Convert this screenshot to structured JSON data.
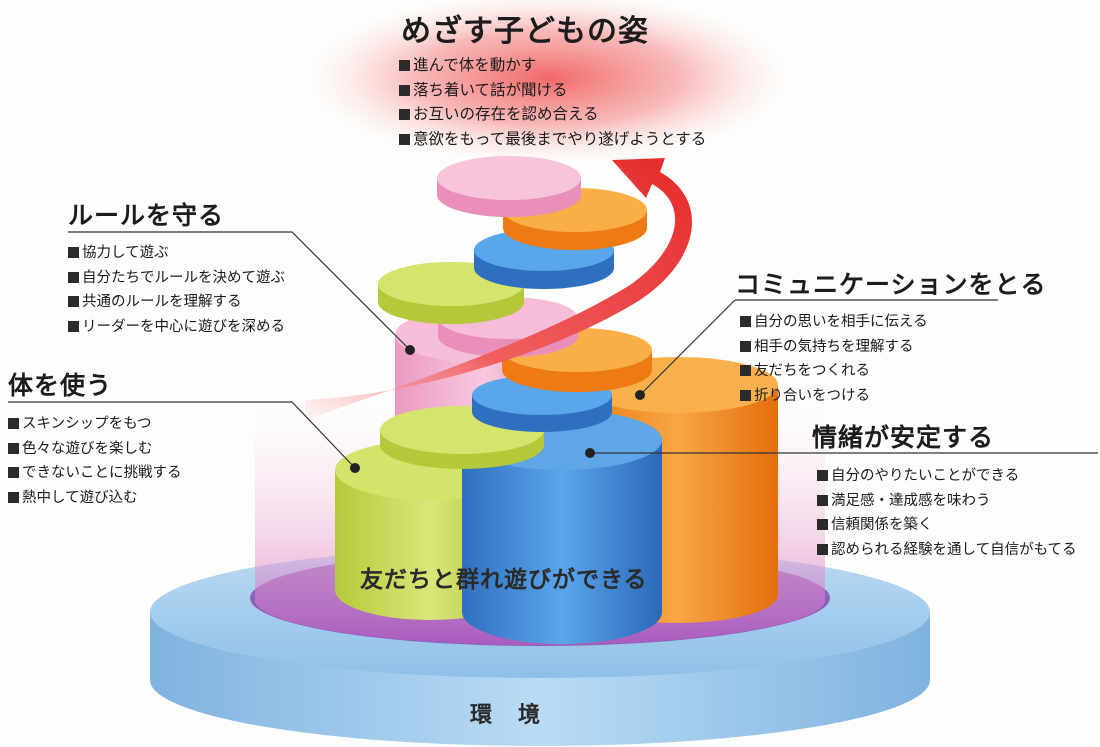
{
  "goal": {
    "title": "めざす子どもの姿",
    "items": [
      "進んで体を動かす",
      "落ち着いて話が聞ける",
      "お互いの存在を認め合える",
      "意欲をもって最後までやり遂げようとする"
    ]
  },
  "rules": {
    "title": "ルールを守る",
    "items": [
      "協力して遊ぶ",
      "自分たちでルールを決めて遊ぶ",
      "共通のルールを理解する",
      "リーダーを中心に遊びを深める"
    ]
  },
  "body_use": {
    "title": "体を使う",
    "items": [
      "スキンシップをもつ",
      "色々な遊びを楽しむ",
      "できないことに挑戦する",
      "熱中して遊び込む"
    ]
  },
  "communication": {
    "title": "コミュニケーションをとる",
    "items": [
      "自分の思いを相手に伝える",
      "相手の気持ちを理解する",
      "友だちをつくれる",
      "折り合いをつける"
    ]
  },
  "emotion": {
    "title": "情緒が安定する",
    "items": [
      "自分のやりたいことができる",
      "満足感・達成感を味わう",
      "信頼関係を築く",
      "認められる経験を通して自信がもてる"
    ]
  },
  "center_label": "友だちと群れ遊びができる",
  "base_label": "環境",
  "colors": {
    "goal_glow": "#f46a6a",
    "arrow": "#e8312f",
    "blue": "#3f8fd8",
    "orange": "#f28a1e",
    "green": "#c8d84a",
    "pink": "#f0a8c8",
    "base": "#9cc8ec",
    "purple": "#a055b8"
  }
}
